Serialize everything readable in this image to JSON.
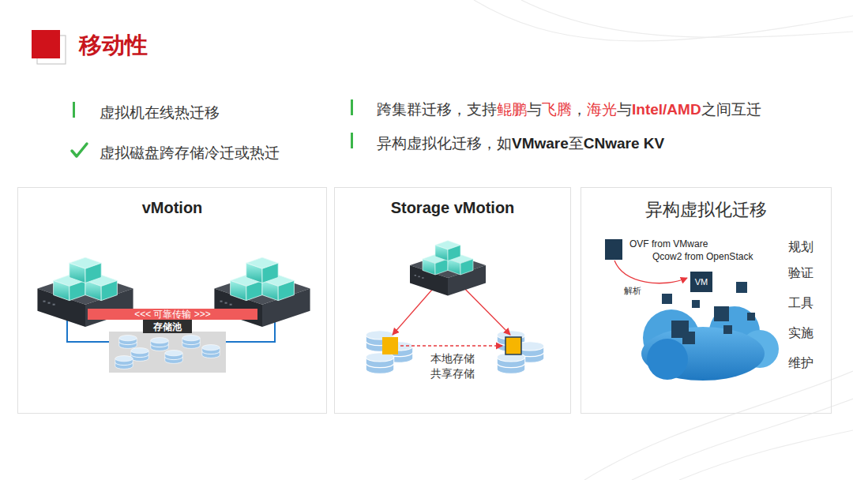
{
  "diagram": {
    "title": "移动性",
    "nodes": [
      {
        "text": [
          "vMotion"
        ]
      },
      {
        "text": [
          "<<< 可靠传输 >>>"
        ],
        "in": 0
      },
      {
        "text": [
          "存储池"
        ],
        "in": 0
      },
      {
        "text": [
          "Storage vMotion"
        ]
      },
      {
        "text": [
          "异构虚拟化迁移"
        ]
      },
      {
        "text": [
          "VM"
        ],
        "in": 4
      }
    ],
    "labels": [
      "虚拟机在线热迁移",
      "跨集群迁移，支持",
      "鲲鹏",
      "与",
      "飞腾",
      "，",
      "海光",
      "与",
      "Intel/AMD",
      "之间互迁",
      "虚拟磁盘跨存储冷迁或热迁",
      "异构虚拟化迁移，如",
      "VMware",
      "至",
      "CNware KV",
      "本地存储",
      "共享存储",
      "OVF from VMware",
      "Qcow2 from OpenStack",
      "解析",
      "规划",
      "验证",
      "工具",
      "实施",
      "维护"
    ]
  }
}
